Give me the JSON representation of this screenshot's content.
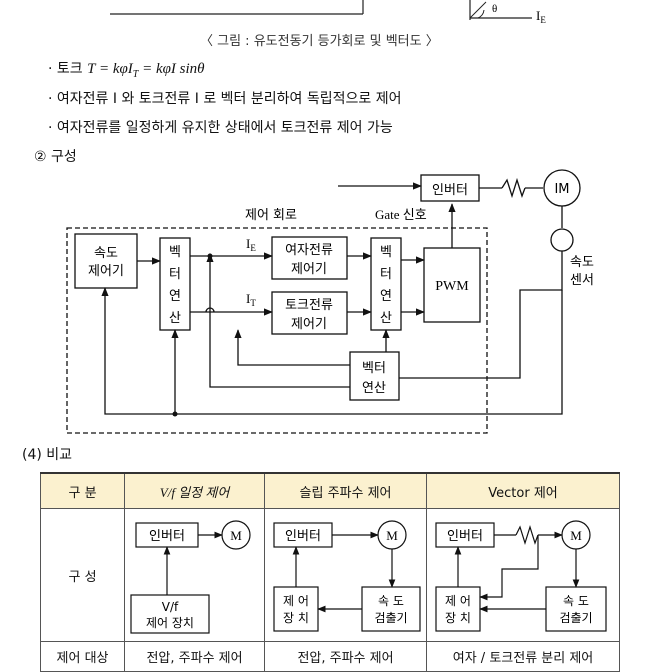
{
  "top": {
    "caption": "〈 그림 : 유도전동기 등가회로 및 벡터도 〉",
    "ie_label": "I",
    "ie_sub": "E",
    "theta_label": "θ"
  },
  "bullets": [
    {
      "prefix": "· 토크 ",
      "formula": "T = kφI",
      "sub": "T",
      "rest": " = kφI sinθ"
    },
    {
      "text": "· 여자전류 I  와 토크전류 I  로 벡터 분리하여 독립적으로 제어"
    },
    {
      "text": "· 여자전류를 일정하게 유지한 상태에서 토크전류 제어 가능"
    }
  ],
  "section2": "② 구성",
  "diagram": {
    "inverter": "인버터",
    "motor": "IM",
    "control_circuit": "제어 회로",
    "gate_signal": "Gate 신호",
    "speed_controller": [
      "속도",
      "제어기"
    ],
    "vector_calc_left": [
      "벡",
      "터",
      "연",
      "산"
    ],
    "ie": "I",
    "ie_sub": "E",
    "it": "I",
    "it_sub": "T",
    "exc_controller": [
      "여자전류",
      "제어기"
    ],
    "torque_controller": [
      "토크전류",
      "제어기"
    ],
    "vector_calc_right": [
      "벡",
      "터",
      "연",
      "산"
    ],
    "pwm": "PWM",
    "vector_calc_bottom": [
      "벡터",
      "연산"
    ],
    "speed_sensor": [
      "속도",
      "센서"
    ]
  },
  "section4": "(4) 비교",
  "table": {
    "headers": [
      "구 분",
      "V/f 일정 제어",
      "슬립 주파수 제어",
      "Vector 제어"
    ],
    "row1_label": "구 성",
    "col1": {
      "inverter": "인버터",
      "motor": "M",
      "device": [
        "V/f",
        "제어 장치"
      ]
    },
    "col2": {
      "inverter": "인버터",
      "motor": "M",
      "device": [
        "제 어",
        "장 치"
      ],
      "sensor": [
        "속 도",
        "검출기"
      ]
    },
    "col3": {
      "inverter": "인버터",
      "motor": "M",
      "device": [
        "제 어",
        "장 치"
      ],
      "sensor": [
        "속 도",
        "검출기"
      ]
    },
    "row2": [
      "제어 대상",
      "전압, 주파수 제어",
      "전압, 주파수 제어",
      "여자 / 토크전류 분리 제어"
    ]
  }
}
